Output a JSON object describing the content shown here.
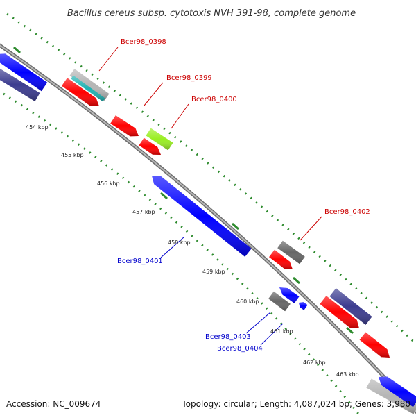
{
  "title": "Bacillus cereus subsp. cytotoxis NVH 391-98, complete genome",
  "footer": {
    "accession": "Accession: NC_009674",
    "summary": "Topology: circular; Length: 4,087,024 bp; Genes: 3,980"
  },
  "colors": {
    "background": "#ffffff",
    "backbone": "#888888",
    "tick_marks": "#2e8b2e",
    "forward_gene": "#ff0000",
    "reverse_gene": "#0000ff",
    "dark_blue_gene": "#3b3b8f",
    "gray_gene": "#666666",
    "light_gray_gene": "#b5b5b5",
    "cyan_gene": "#20b2b2",
    "green_gene": "#99ee22",
    "label_red": "#cc0000",
    "label_blue": "#0000cc"
  },
  "ticks": [
    "454 kbp",
    "455 kbp",
    "456 kbp",
    "457 kbp",
    "458 kbp",
    "459 kbp",
    "460 kbp",
    "461 kbp",
    "462 kbp",
    "463 kbp"
  ],
  "gene_labels": [
    {
      "text": "Bcer98_0398",
      "color": "label_red"
    },
    {
      "text": "Bcer98_0399",
      "color": "label_red"
    },
    {
      "text": "Bcer98_0400",
      "color": "label_red"
    },
    {
      "text": "Bcer98_0402",
      "color": "label_red"
    },
    {
      "text": "Bcer98_0401",
      "color": "label_blue"
    },
    {
      "text": "Bcer98_0403",
      "color": "label_blue"
    },
    {
      "text": "Bcer98_0404",
      "color": "label_blue"
    }
  ]
}
